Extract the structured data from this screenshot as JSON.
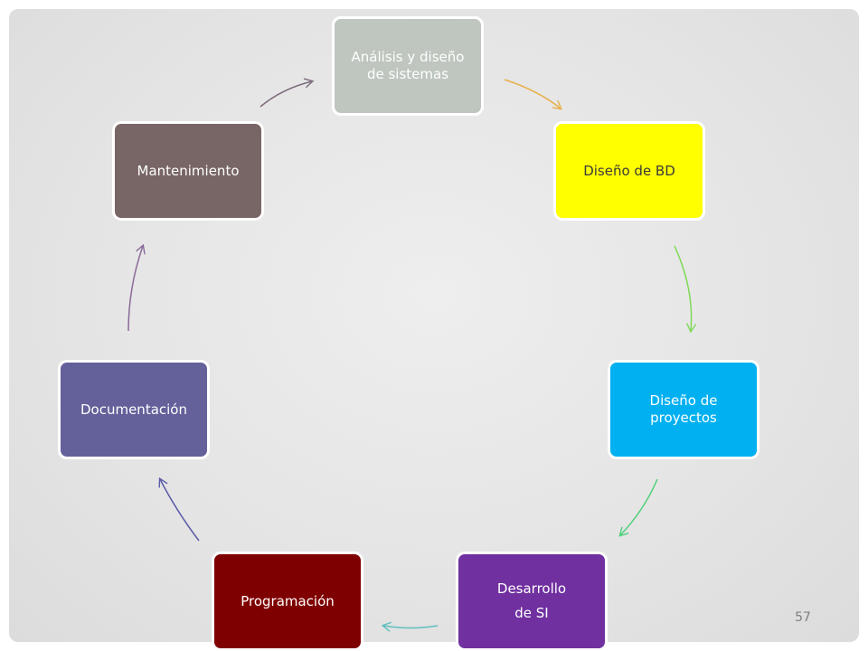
{
  "nodes": [
    {
      "id": "analisis",
      "lines": [
        "Análisis y diseño",
        "de sistemas"
      ],
      "color": "#bfc6bf",
      "text_color": "#ffffff"
    },
    {
      "id": "bd",
      "lines": [
        "Diseño de BD"
      ],
      "color": "#ffff00",
      "text_color": "#3a3a3a"
    },
    {
      "id": "proyectos",
      "lines": [
        "Diseño de",
        "proyectos"
      ],
      "color": "#00b0f0",
      "text_color": "#ffffff"
    },
    {
      "id": "desarrollo",
      "lines": [
        "Desarrollo",
        "de SI"
      ],
      "color": "#7030a0",
      "text_color": "#ffffff"
    },
    {
      "id": "programa",
      "lines": [
        "Programación"
      ],
      "color": "#7f0000",
      "text_color": "#ffffff"
    },
    {
      "id": "documenta",
      "lines": [
        "Documentación"
      ],
      "color": "#64609a",
      "text_color": "#ffffff"
    },
    {
      "id": "manten",
      "lines": [
        "Mantenimiento"
      ],
      "color": "#786565",
      "text_color": "#ffffff"
    }
  ],
  "arrow_colors": [
    "#e8b04a",
    "#7ed957",
    "#4fd07a",
    "#5fbfbf",
    "#5b5ba8",
    "#8a6a9a",
    "#7b6a7a"
  ],
  "page_number": "57"
}
